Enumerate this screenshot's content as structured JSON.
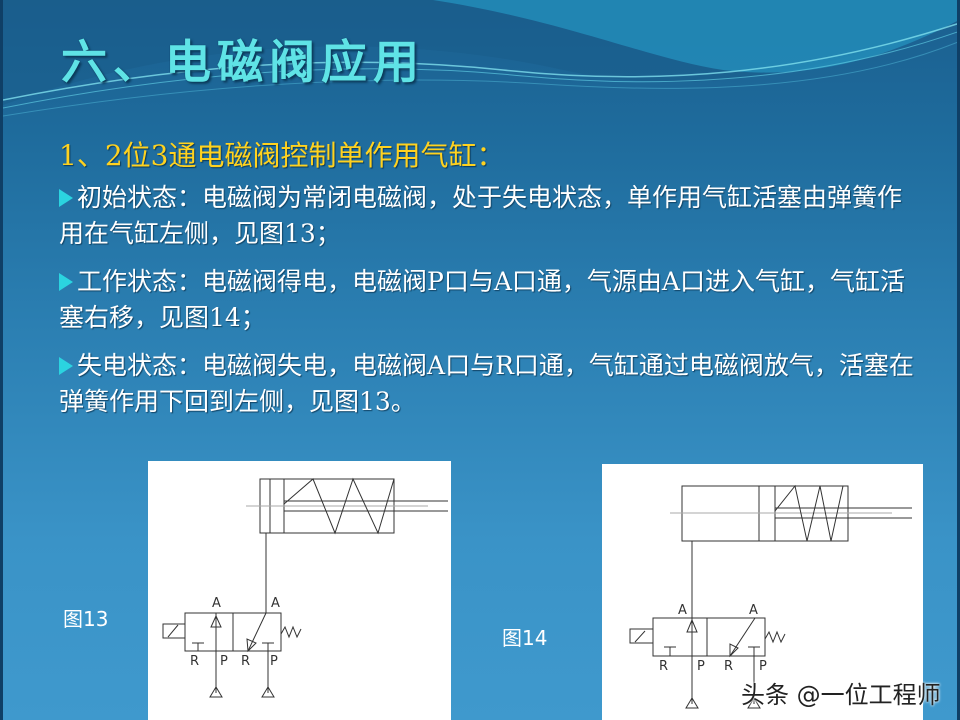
{
  "slide": {
    "title": "六、电磁阀应用",
    "subtitle": "1、2位3通电磁阀控制单作用气缸：",
    "bullets": [
      {
        "label": "初始状态：",
        "text": "电磁阀为常闭电磁阀，处于失电状态，单作用气缸活塞由弹簧作用在气缸左侧，见图13；"
      },
      {
        "label": "工作状态：",
        "text": "电磁阀得电，电磁阀P口与A口通，气源由A口进入气缸，气缸活塞右移，见图14；"
      },
      {
        "label": "失电状态：",
        "text": "电磁阀失电，电磁阀A口与R口通，气缸通过电磁阀放气，活塞在弹簧作用下回到左侧，见图13。"
      }
    ],
    "figures": [
      {
        "label": "图13",
        "ports": {
          "A": "A",
          "R": "R",
          "P": "P"
        }
      },
      {
        "label": "图14",
        "ports": {
          "A": "A",
          "R": "R",
          "P": "P"
        }
      }
    ],
    "watermark": "头条 @一位工程师"
  },
  "colors": {
    "title": "#5fe3e6",
    "subtitle": "#ffd21f",
    "body_text": "#ffffff",
    "bullet_arrow": "#2bd4e0",
    "background_top": "#1b5f8f",
    "background_bottom": "#3f99cd"
  }
}
